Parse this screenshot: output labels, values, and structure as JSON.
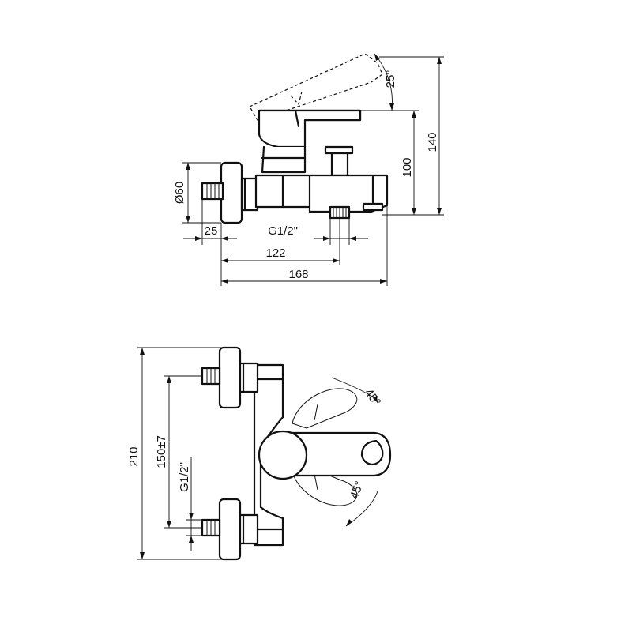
{
  "side_view": {
    "diameter": "Ø60",
    "width_25": "25",
    "thread": "G1/2\"",
    "width_122": "122",
    "width_168": "168",
    "angle": "25°",
    "height_100": "100",
    "height_140": "140"
  },
  "top_view": {
    "height_210": "210",
    "spacing": "150±7",
    "thread": "G1/2\"",
    "angle_top": "45°",
    "angle_bottom": "45°"
  }
}
